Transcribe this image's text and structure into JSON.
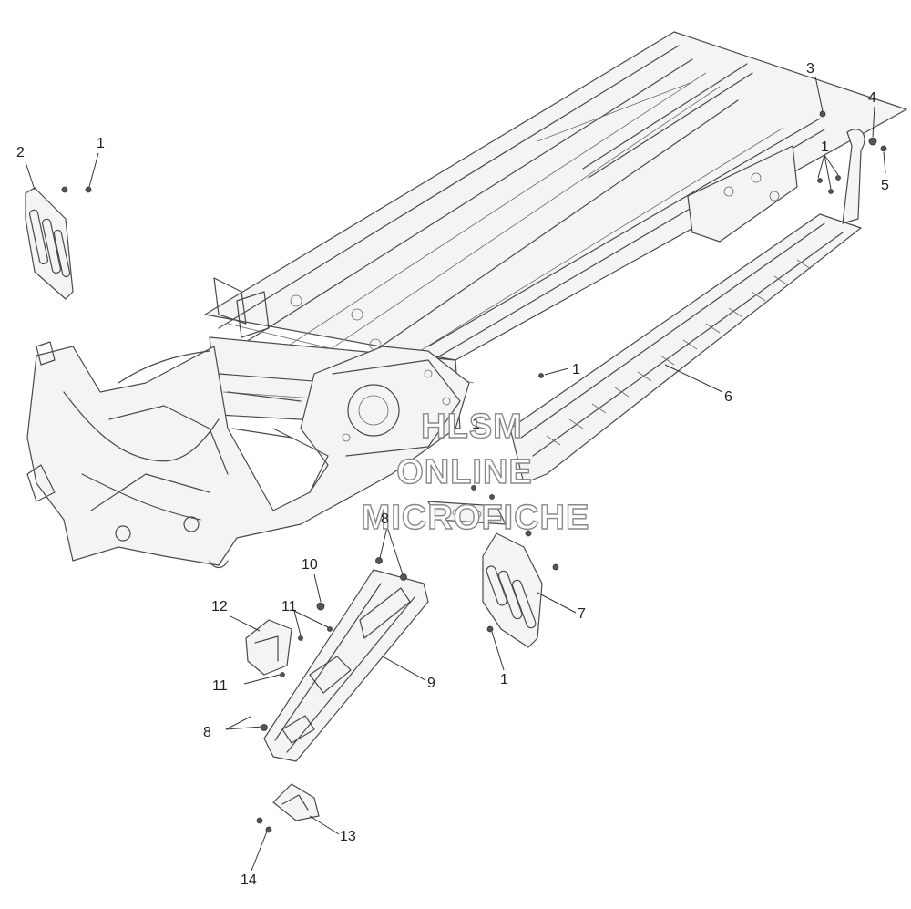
{
  "watermark": {
    "line1": "HLSM",
    "line2": "ONLINE",
    "line3": "MICROFICHE"
  },
  "callouts": [
    {
      "id": "c1a",
      "label": "1"
    },
    {
      "id": "c2",
      "label": "2"
    },
    {
      "id": "c3",
      "label": "3"
    },
    {
      "id": "c4",
      "label": "4"
    },
    {
      "id": "c1b",
      "label": "1"
    },
    {
      "id": "c5",
      "label": "5"
    },
    {
      "id": "c1c",
      "label": "1"
    },
    {
      "id": "c6",
      "label": "6"
    },
    {
      "id": "c1d",
      "label": "1"
    },
    {
      "id": "c8a",
      "label": "8"
    },
    {
      "id": "c10",
      "label": "10"
    },
    {
      "id": "c12",
      "label": "12"
    },
    {
      "id": "c11a",
      "label": "11"
    },
    {
      "id": "c7",
      "label": "7"
    },
    {
      "id": "c11b",
      "label": "11"
    },
    {
      "id": "c9",
      "label": "9"
    },
    {
      "id": "c1e",
      "label": "1"
    },
    {
      "id": "c8b",
      "label": "8"
    },
    {
      "id": "c13",
      "label": "13"
    },
    {
      "id": "c14",
      "label": "14"
    }
  ]
}
